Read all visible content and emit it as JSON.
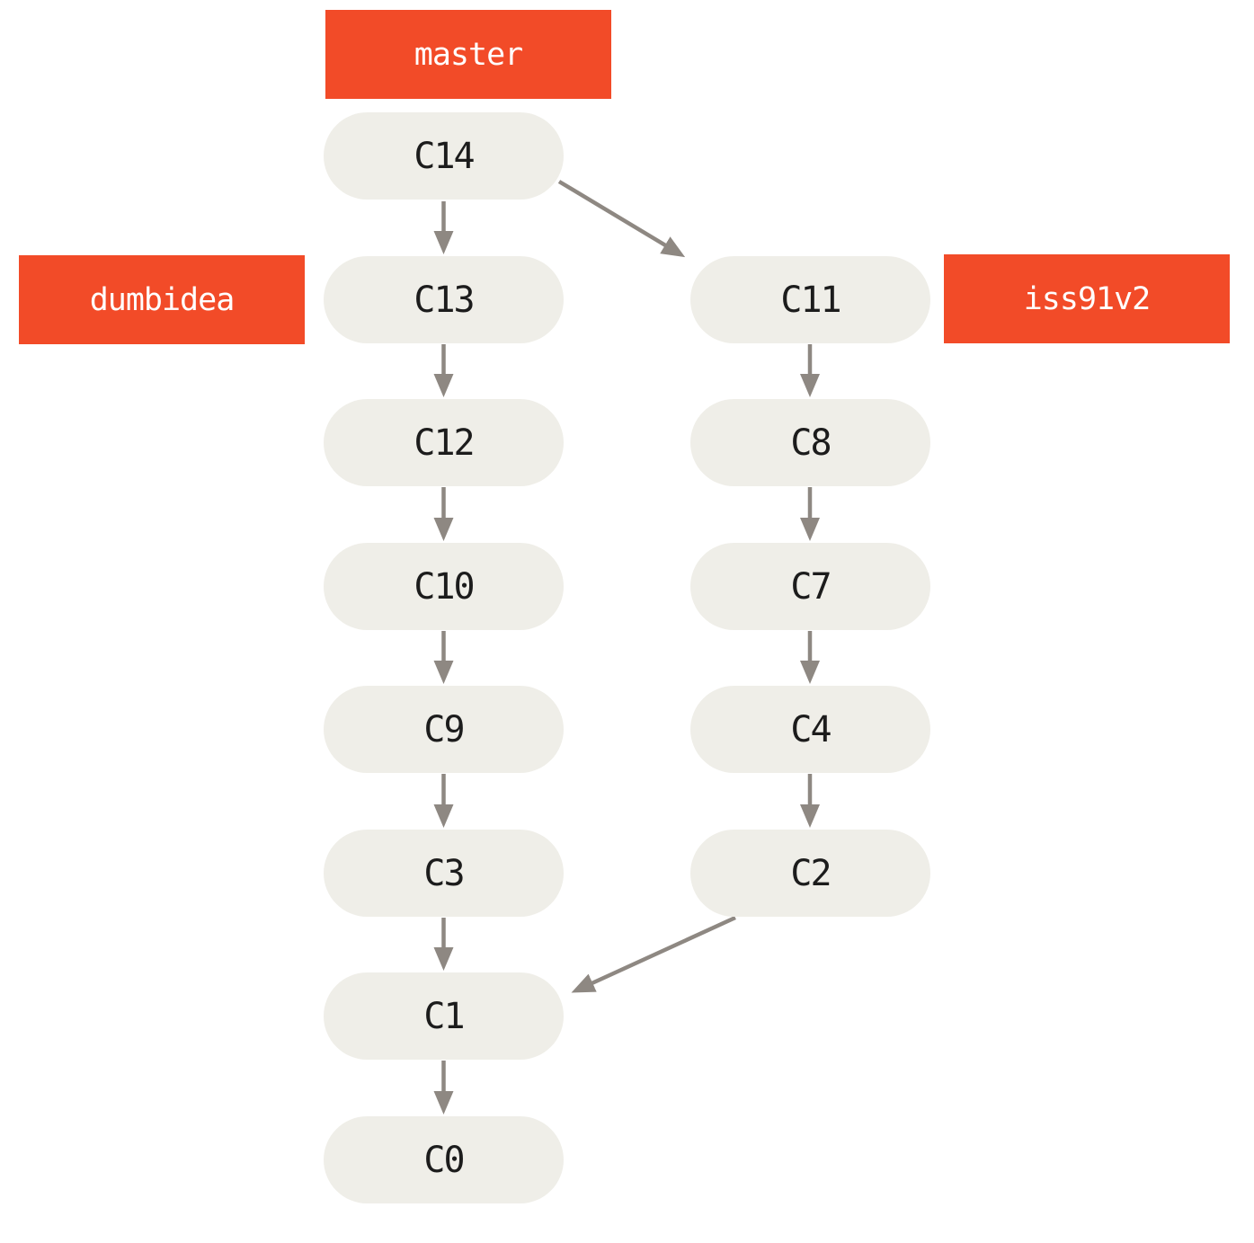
{
  "diagram": {
    "type": "git-commit-graph",
    "colors": {
      "background": "#ffffff",
      "branch_label_bg": "#f24b28",
      "branch_label_text": "#ffffff",
      "node_bg": "#efeee8",
      "node_text": "#1c1c1c",
      "edge": "#8e8882"
    },
    "branches": [
      {
        "label": "master",
        "points_to": "C14"
      },
      {
        "label": "dumbidea",
        "points_to": "C13"
      },
      {
        "label": "iss91v2",
        "points_to": "C11"
      }
    ],
    "nodes": [
      {
        "id": "C14",
        "label": "C14",
        "column": "left",
        "row": 0
      },
      {
        "id": "C13",
        "label": "C13",
        "column": "left",
        "row": 1
      },
      {
        "id": "C12",
        "label": "C12",
        "column": "left",
        "row": 2
      },
      {
        "id": "C10",
        "label": "C10",
        "column": "left",
        "row": 3
      },
      {
        "id": "C9",
        "label": "C9",
        "column": "left",
        "row": 4
      },
      {
        "id": "C3",
        "label": "C3",
        "column": "left",
        "row": 5
      },
      {
        "id": "C1",
        "label": "C1",
        "column": "left",
        "row": 6
      },
      {
        "id": "C0",
        "label": "C0",
        "column": "left",
        "row": 7
      },
      {
        "id": "C11",
        "label": "C11",
        "column": "right",
        "row": 1
      },
      {
        "id": "C8",
        "label": "C8",
        "column": "right",
        "row": 2
      },
      {
        "id": "C7",
        "label": "C7",
        "column": "right",
        "row": 3
      },
      {
        "id": "C4",
        "label": "C4",
        "column": "right",
        "row": 4
      },
      {
        "id": "C2",
        "label": "C2",
        "column": "right",
        "row": 5
      }
    ],
    "edges": [
      {
        "from": "C14",
        "to": "C13"
      },
      {
        "from": "C13",
        "to": "C12"
      },
      {
        "from": "C12",
        "to": "C10"
      },
      {
        "from": "C10",
        "to": "C9"
      },
      {
        "from": "C9",
        "to": "C3"
      },
      {
        "from": "C3",
        "to": "C1"
      },
      {
        "from": "C1",
        "to": "C0"
      },
      {
        "from": "C14",
        "to": "C11"
      },
      {
        "from": "C11",
        "to": "C8"
      },
      {
        "from": "C8",
        "to": "C7"
      },
      {
        "from": "C7",
        "to": "C4"
      },
      {
        "from": "C4",
        "to": "C2"
      },
      {
        "from": "C2",
        "to": "C1"
      }
    ]
  }
}
